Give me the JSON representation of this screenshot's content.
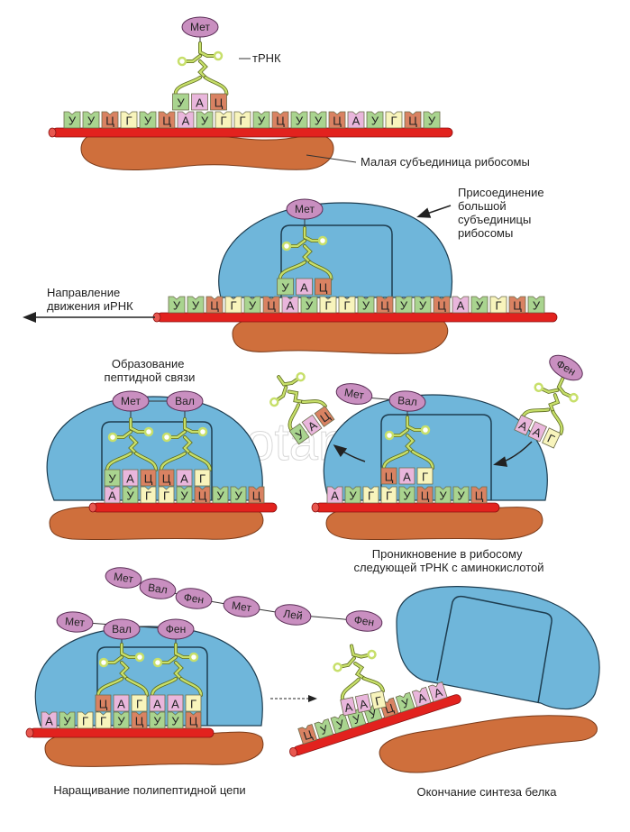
{
  "colors": {
    "U": "#a9d48f",
    "C": "#d98262",
    "G": "#f8f4bc",
    "A": "#e9b6dc",
    "mrna": "#e2221e",
    "small_subunit": "#cf6f3c",
    "large_subunit": "#6fb6da",
    "amino_acid": "#c98fc0",
    "trna": "#c7df6a"
  },
  "panel1": {
    "trna_label": "тРНК",
    "small_subunit_label": "Малая субъединица рибосомы",
    "amino_acid": "Мет",
    "anticodon": [
      "У",
      "А",
      "Ц"
    ],
    "mrna": [
      "У",
      "У",
      "Ц",
      "Г",
      "У",
      "Ц",
      "А",
      "У",
      "Г",
      "Г",
      "У",
      "Ц",
      "У",
      "У",
      "Ц",
      "А",
      "У",
      "Г",
      "Ц",
      "У"
    ]
  },
  "panel2": {
    "large_subunit_label": [
      "Присоединение",
      "большой",
      "субъединицы",
      "рибосомы"
    ],
    "direction_label": [
      "Направление",
      "движения иРНК"
    ],
    "amino_acid": "Мет",
    "anticodon": [
      "У",
      "А",
      "Ц"
    ],
    "mrna": [
      "У",
      "У",
      "Ц",
      "Г",
      "У",
      "Ц",
      "А",
      "У",
      "Г",
      "Г",
      "У",
      "Ц",
      "У",
      "У",
      "Ц",
      "А",
      "У",
      "Г",
      "Ц",
      "У"
    ]
  },
  "panel3": {
    "title": [
      "Образование",
      "пептидной связи"
    ],
    "amino_acids": [
      "Мет",
      "Вал"
    ],
    "anticodons": [
      "У",
      "А",
      "Ц",
      "Ц",
      "А",
      "Г"
    ],
    "mrna": [
      "А",
      "У",
      "Г",
      "Г",
      "У",
      "Ц",
      "У",
      "У",
      "Ц"
    ]
  },
  "panel4": {
    "caption": [
      "Проникновение в рибосому",
      "следующей тРНК с аминокислотой"
    ],
    "amino_acids": [
      "Мет",
      "Вал"
    ],
    "leaving_anticodon": [
      "У",
      "А",
      "Ц"
    ],
    "incoming_amino_acid": "Фен",
    "incoming_anticodon": [
      "А",
      "А",
      "Г"
    ],
    "anticodon": [
      "Ц",
      "А",
      "Г"
    ],
    "mrna": [
      "А",
      "У",
      "Г",
      "Г",
      "У",
      "Ц",
      "У",
      "У",
      "Ц"
    ]
  },
  "panel5": {
    "caption": "Наращивание полипептидной цепи",
    "chain": [
      "Мет",
      "Вал",
      "Фен",
      "Мет",
      "Лей",
      "Фен"
    ],
    "amino_acids": [
      "Мет",
      "Вал",
      "Фен"
    ],
    "anticodons": [
      "Ц",
      "А",
      "Г",
      "А",
      "А",
      "Г"
    ],
    "mrna": [
      "А",
      "У",
      "Г",
      "Г",
      "У",
      "Ц",
      "У",
      "У",
      "Ц"
    ]
  },
  "panel6": {
    "caption": "Окончание синтеза белка",
    "anticodon": [
      "А",
      "А",
      "Г"
    ],
    "mrna": [
      "Ц",
      "У",
      "У",
      "У",
      "У",
      "Ц",
      "У",
      "А",
      "А"
    ]
  },
  "watermark": "botan.c"
}
